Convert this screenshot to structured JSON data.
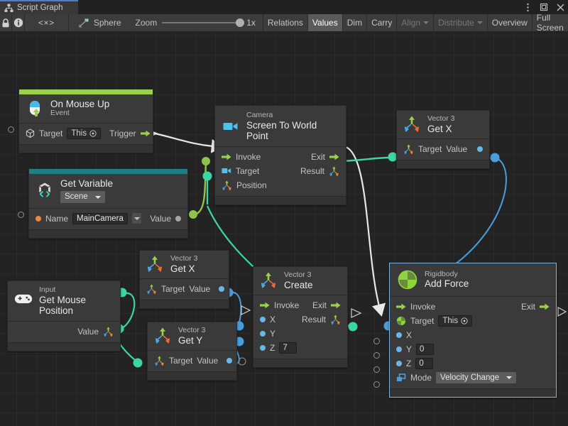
{
  "window": {
    "tab_title": "Script Graph",
    "tab_icon": "graph-icon",
    "buttons": [
      {
        "name": "window-menu-button",
        "glyph": "⋮"
      },
      {
        "name": "window-maximize-button",
        "glyph": "▭"
      },
      {
        "name": "window-close-button",
        "glyph": "✕"
      }
    ]
  },
  "toolbar": {
    "lock_icon": "lock-icon",
    "info_icon": "info-icon",
    "code_icon": "code-icon",
    "code_label": "<×>",
    "object_icon": "script-graph-icon",
    "object_label": "Sphere",
    "zoom_label": "Zoom",
    "zoom_value": "1x",
    "items": [
      {
        "name": "relations-button",
        "label": "Relations",
        "state": "normal"
      },
      {
        "name": "values-button",
        "label": "Values",
        "state": "active"
      },
      {
        "name": "dim-button",
        "label": "Dim",
        "state": "normal"
      },
      {
        "name": "carry-button",
        "label": "Carry",
        "state": "normal"
      },
      {
        "name": "align-dropdown",
        "label": "Align",
        "state": "disabled",
        "caret": true
      },
      {
        "name": "distribute-dropdown",
        "label": "Distribute",
        "state": "disabled",
        "caret": true
      },
      {
        "name": "overview-button",
        "label": "Overview",
        "state": "normal"
      },
      {
        "name": "fullscreen-button",
        "label": "Full Screen",
        "state": "normal"
      }
    ]
  },
  "colors": {
    "accent_event": "#9ad14b",
    "accent_variable": "#1f7f87",
    "flow_edge": "#e8e8e8",
    "value_edge_green": "#3dd6a0",
    "value_edge_float": "#4a9ddb",
    "value_edge_lime": "#8fc44a",
    "selection": "#7fb4e0"
  },
  "nodes": {
    "on_mouse_up": {
      "subtitle": "On Mouse Up",
      "title": "Event",
      "icon": "mouse-up-icon",
      "target_label": "Target",
      "target_value": "This",
      "trigger_label": "Trigger"
    },
    "get_variable": {
      "subtitle": "Get Variable",
      "scope": "Scene",
      "icon": "unity-code-icon",
      "name_label": "Name",
      "name_value": "MainCamera",
      "value_label": "Value"
    },
    "camera_screen_to_world": {
      "subtitle": "Camera",
      "title": "Screen To World Point",
      "icon": "camera-icon",
      "invoke_label": "Invoke",
      "exit_label": "Exit",
      "target_label": "Target",
      "result_label": "Result",
      "position_label": "Position"
    },
    "vector3_getx_top": {
      "subtitle": "Vector 3",
      "title": "Get X",
      "icon": "vector3-icon",
      "target_label": "Target",
      "value_label": "Value"
    },
    "input_mouse_position": {
      "subtitle": "Input",
      "title": "Get Mouse Position",
      "icon": "gamepad-icon",
      "value_label": "Value"
    },
    "vector3_getx_mid": {
      "subtitle": "Vector 3",
      "title": "Get X",
      "icon": "vector3-icon",
      "target_label": "Target",
      "value_label": "Value"
    },
    "vector3_gety_mid": {
      "subtitle": "Vector 3",
      "title": "Get Y",
      "icon": "vector3-icon",
      "target_label": "Target",
      "value_label": "Value"
    },
    "vector3_create": {
      "subtitle": "Vector 3",
      "title": "Create",
      "icon": "vector3-icon",
      "invoke_label": "Invoke",
      "exit_label": "Exit",
      "x_label": "X",
      "y_label": "Y",
      "z_label": "Z",
      "z_value": "7",
      "result_label": "Result"
    },
    "rigidbody_add_force": {
      "subtitle": "Rigidbody",
      "title": "Add Force",
      "icon": "rigidbody-icon",
      "invoke_label": "Invoke",
      "exit_label": "Exit",
      "target_label": "Target",
      "target_value": "This",
      "x_label": "X",
      "y_label": "Y",
      "y_value": "0",
      "z_label": "Z",
      "z_value": "0",
      "mode_label": "Mode",
      "mode_value": "Velocity Change",
      "selected": true
    }
  }
}
